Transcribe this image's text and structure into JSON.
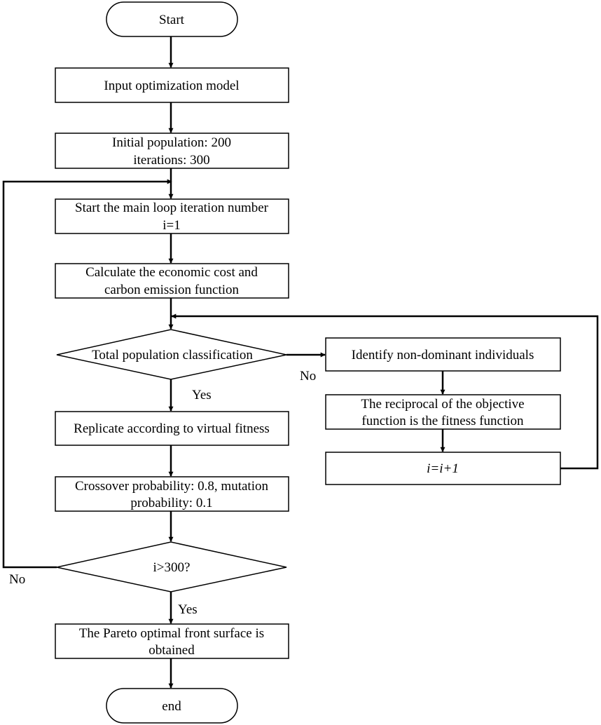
{
  "nodes": {
    "start": {
      "lines": [
        "Start"
      ]
    },
    "input_model": {
      "lines": [
        "Input optimization model"
      ]
    },
    "init_population": {
      "lines": [
        "Initial population: 200",
        "iterations: 300"
      ]
    },
    "main_loop": {
      "lines": [
        "Start the main loop iteration number",
        "i=1"
      ]
    },
    "calculate": {
      "lines": [
        "Calculate the economic cost and",
        "carbon emission function"
      ]
    },
    "classification": {
      "lines": [
        "Total population classification"
      ]
    },
    "identify": {
      "lines": [
        "Identify non-dominant individuals"
      ]
    },
    "reciprocal": {
      "lines": [
        "The reciprocal of the objective",
        "function is the fitness function"
      ]
    },
    "increment": {
      "lines": [
        "i=i+1"
      ]
    },
    "replicate": {
      "lines": [
        "Replicate according to virtual fitness"
      ]
    },
    "crossover": {
      "lines": [
        "Crossover probability: 0.8, mutation",
        "probability: 0.1"
      ]
    },
    "check_iter": {
      "lines": [
        "i>300?"
      ]
    },
    "pareto": {
      "lines": [
        "The Pareto optimal front surface is",
        "obtained"
      ]
    },
    "end": {
      "lines": [
        "end"
      ]
    }
  },
  "edge_labels": {
    "classification_no": "No",
    "classification_yes": "Yes",
    "check_no": "No",
    "check_yes": "Yes"
  }
}
